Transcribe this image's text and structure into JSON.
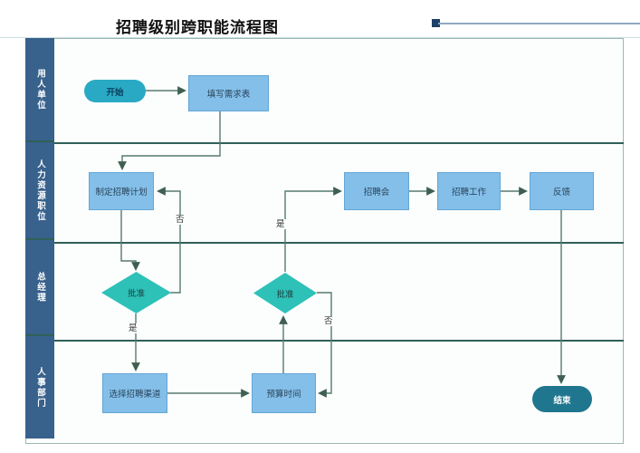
{
  "title": "招聘级别跨职能流程图",
  "lanes": [
    {
      "label": "用人单位"
    },
    {
      "label": "人力资源职位"
    },
    {
      "label": "总经理"
    },
    {
      "label": "人事部门"
    }
  ],
  "nodes": {
    "start": {
      "label": "开始",
      "type": "start"
    },
    "fill_form": {
      "label": "填写需求表",
      "type": "process"
    },
    "make_plan": {
      "label": "制定招聘计划",
      "type": "process"
    },
    "job_fair": {
      "label": "招聘会",
      "type": "process"
    },
    "recruit_work": {
      "label": "招聘工作",
      "type": "process"
    },
    "feedback": {
      "label": "反馈",
      "type": "process"
    },
    "approve_left": {
      "label": "批准",
      "type": "decision"
    },
    "approve_right": {
      "label": "批准",
      "type": "decision"
    },
    "select_channel": {
      "label": "选择招聘渠道",
      "type": "process"
    },
    "budget_time": {
      "label": "预算时间",
      "type": "process"
    },
    "end": {
      "label": "结束",
      "type": "end"
    }
  },
  "edge_labels": {
    "plan_no": "否",
    "plan_yes": "是",
    "budget_yes": "是",
    "budget_no": "否"
  },
  "colors": {
    "lane_header": "#38618C",
    "lane_divider": "#2F6058",
    "process_fill": "#83BFE9",
    "process_border": "#63A6D6",
    "decision_fill": "#2EC1B8",
    "start_fill": "#29A9C4",
    "end_fill": "#20768F",
    "connector": "#587A6C",
    "frame_border": "#9CB8B2",
    "canvas_bg": "#FBFEFD",
    "title_color": "#111111",
    "decor_line": "#8FA9C2",
    "decor_square": "#1E3F66",
    "node_text": "#2A4258",
    "start_text": "#0D3E5E",
    "end_text": "#FFFFFF",
    "label_text": "#333333"
  }
}
